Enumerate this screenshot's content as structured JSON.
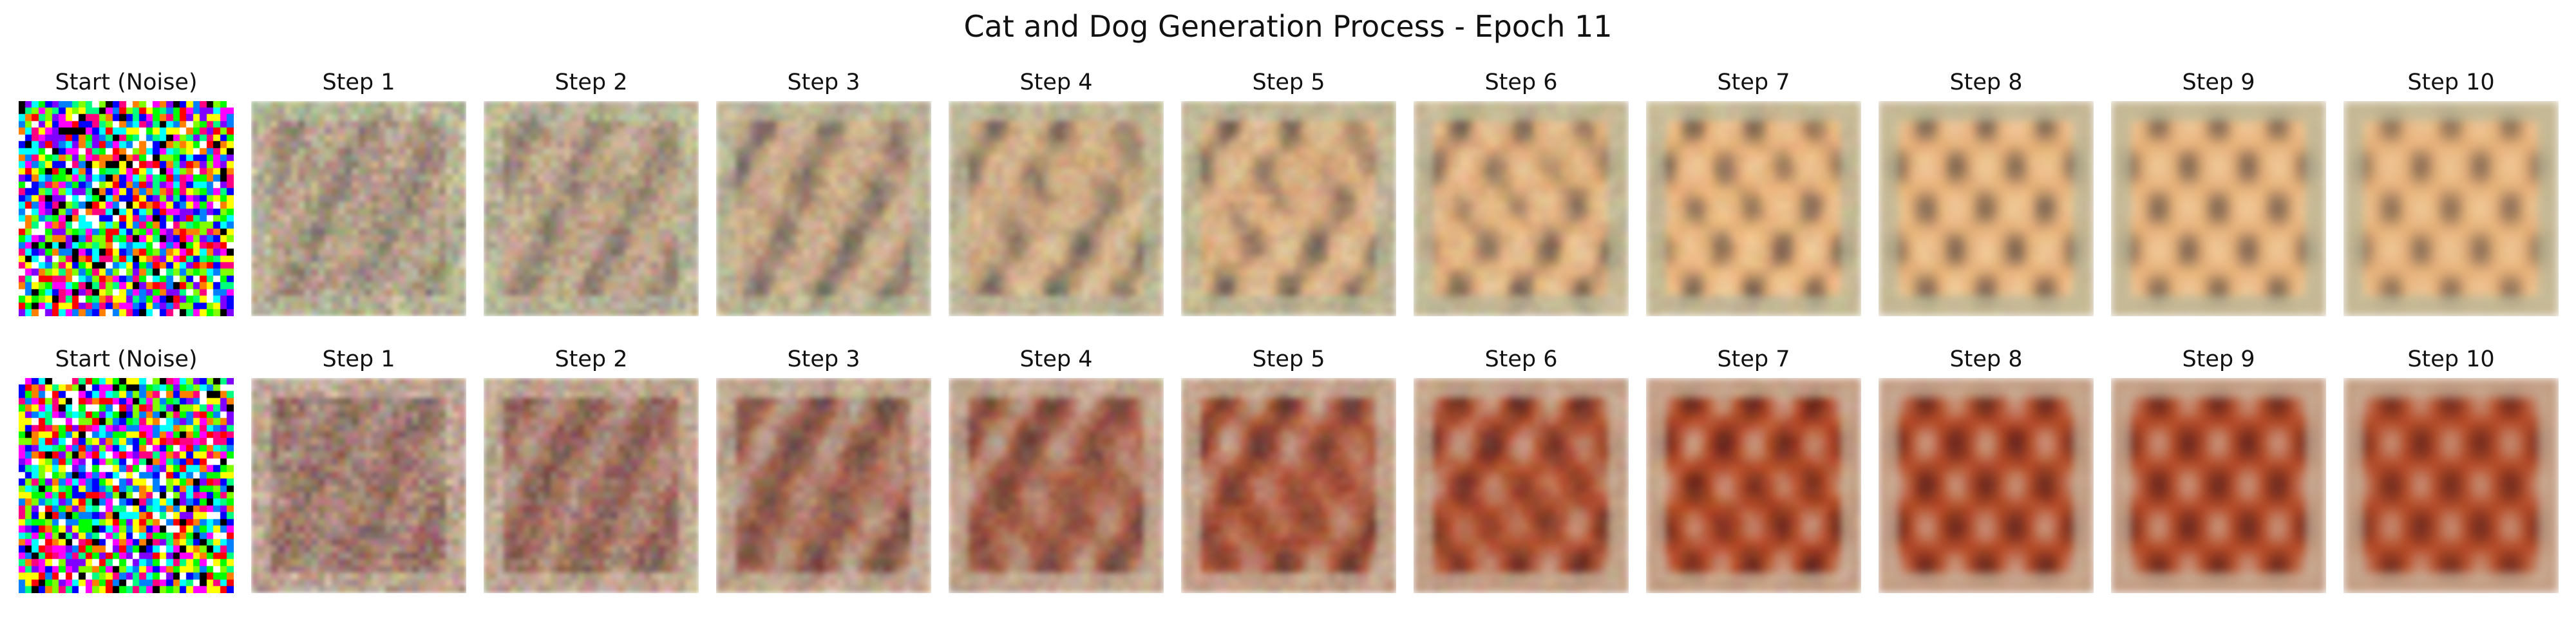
{
  "figure": {
    "title": "Cat and Dog Generation Process - Epoch 11"
  },
  "rows": [
    {
      "palette": {
        "light": "#f2d1a4",
        "mid": "#e8b27a",
        "dark": "#50433f",
        "border": "#b9b89a",
        "noise_seed": 11
      },
      "panels": [
        {
          "label": "Start (Noise)",
          "kind": "noise",
          "progress": 0.0
        },
        {
          "label": "Step 1",
          "kind": "denoise",
          "progress": 0.1
        },
        {
          "label": "Step 2",
          "kind": "denoise",
          "progress": 0.2
        },
        {
          "label": "Step 3",
          "kind": "denoise",
          "progress": 0.3
        },
        {
          "label": "Step 4",
          "kind": "denoise",
          "progress": 0.4
        },
        {
          "label": "Step 5",
          "kind": "denoise",
          "progress": 0.5
        },
        {
          "label": "Step 6",
          "kind": "denoise",
          "progress": 0.6
        },
        {
          "label": "Step 7",
          "kind": "denoise",
          "progress": 0.7
        },
        {
          "label": "Step 8",
          "kind": "denoise",
          "progress": 0.8
        },
        {
          "label": "Step 9",
          "kind": "denoise",
          "progress": 0.9
        },
        {
          "label": "Step 10",
          "kind": "denoise",
          "progress": 1.0
        }
      ]
    },
    {
      "palette": {
        "light": "#d1b5a2",
        "mid": "#b54a26",
        "dark": "#4a1a1b",
        "border": "#c7b59e",
        "noise_seed": 29
      },
      "panels": [
        {
          "label": "Start (Noise)",
          "kind": "noise",
          "progress": 0.0
        },
        {
          "label": "Step 1",
          "kind": "denoise",
          "progress": 0.1
        },
        {
          "label": "Step 2",
          "kind": "denoise",
          "progress": 0.2
        },
        {
          "label": "Step 3",
          "kind": "denoise",
          "progress": 0.3
        },
        {
          "label": "Step 4",
          "kind": "denoise",
          "progress": 0.4
        },
        {
          "label": "Step 5",
          "kind": "denoise",
          "progress": 0.5
        },
        {
          "label": "Step 6",
          "kind": "denoise",
          "progress": 0.6
        },
        {
          "label": "Step 7",
          "kind": "denoise",
          "progress": 0.7
        },
        {
          "label": "Step 8",
          "kind": "denoise",
          "progress": 0.8
        },
        {
          "label": "Step 9",
          "kind": "denoise",
          "progress": 0.9
        },
        {
          "label": "Step 10",
          "kind": "denoise",
          "progress": 1.0
        }
      ]
    }
  ]
}
